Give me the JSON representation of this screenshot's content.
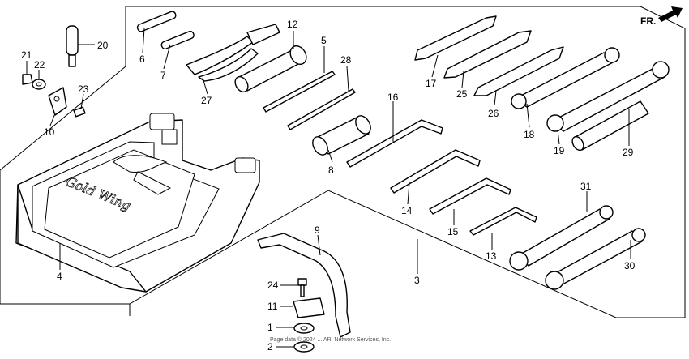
{
  "direction_label": "FR.",
  "emblem_text": "Gold Wing",
  "copyright": "Page data © 2024 ... ARI Network Services, Inc.",
  "callouts": [
    {
      "id": "c1",
      "text": "1"
    },
    {
      "id": "c2",
      "text": "2"
    },
    {
      "id": "c3",
      "text": "3"
    },
    {
      "id": "c4",
      "text": "4"
    },
    {
      "id": "c5",
      "text": "5"
    },
    {
      "id": "c6",
      "text": "6"
    },
    {
      "id": "c7",
      "text": "7"
    },
    {
      "id": "c8",
      "text": "8"
    },
    {
      "id": "c9",
      "text": "9"
    },
    {
      "id": "c10",
      "text": "10"
    },
    {
      "id": "c11",
      "text": "11"
    },
    {
      "id": "c12",
      "text": "12"
    },
    {
      "id": "c13",
      "text": "13"
    },
    {
      "id": "c14",
      "text": "14"
    },
    {
      "id": "c15",
      "text": "15"
    },
    {
      "id": "c16",
      "text": "16"
    },
    {
      "id": "c17",
      "text": "17"
    },
    {
      "id": "c18",
      "text": "18"
    },
    {
      "id": "c19",
      "text": "19"
    },
    {
      "id": "c20",
      "text": "20"
    },
    {
      "id": "c21",
      "text": "21"
    },
    {
      "id": "c22",
      "text": "22"
    },
    {
      "id": "c23",
      "text": "23"
    },
    {
      "id": "c24",
      "text": "24"
    },
    {
      "id": "c25",
      "text": "25"
    },
    {
      "id": "c26",
      "text": "26"
    },
    {
      "id": "c27",
      "text": "27"
    },
    {
      "id": "c28",
      "text": "28"
    },
    {
      "id": "c29",
      "text": "29"
    },
    {
      "id": "c30",
      "text": "30"
    },
    {
      "id": "c31",
      "text": "31"
    }
  ]
}
